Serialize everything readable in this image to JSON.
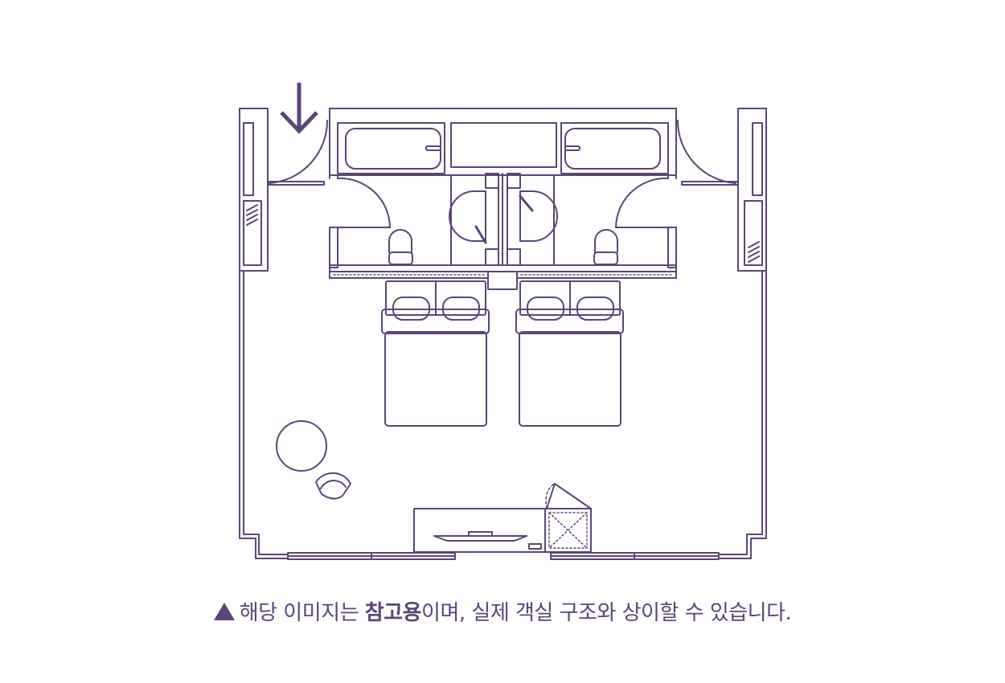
{
  "colors": {
    "line": "#5b4577",
    "text": "#5b4577",
    "background": "#ffffff"
  },
  "caption": {
    "marker_icon": "triangle-up-icon",
    "prefix": "해당 이미지는 ",
    "bold": "참고용",
    "suffix": "이며, 실제 객실 구조와 상이할 수 있습니다."
  },
  "floorplan": {
    "entrance_marker_icon": "arrow-down-icon"
  }
}
